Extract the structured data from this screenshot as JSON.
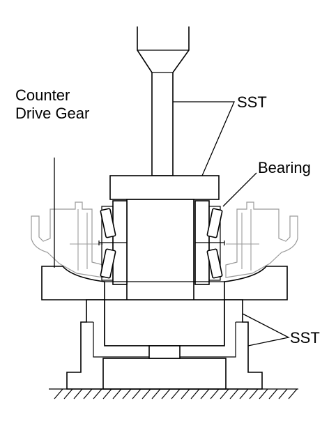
{
  "labels": {
    "counter_drive_gear_line1": "Counter",
    "counter_drive_gear_line2": "Drive Gear",
    "sst_top": "SST",
    "bearing": "Bearing",
    "sst_bottom": "SST"
  },
  "colors": {
    "ink": "#000000",
    "gear_outline": "#9a9a9a",
    "background": "#ffffff"
  }
}
